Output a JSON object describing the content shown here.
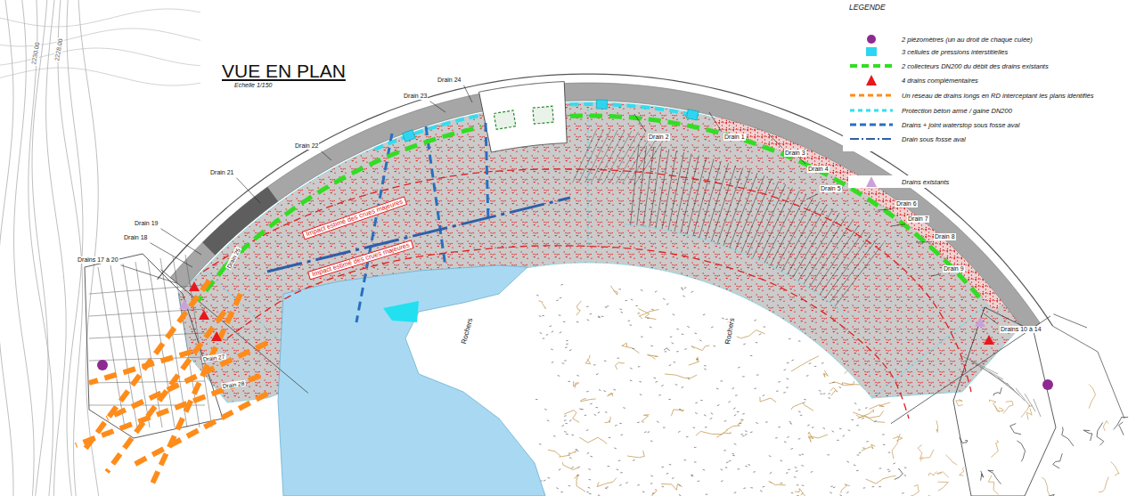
{
  "diagram": {
    "title": "VUE EN PLAN",
    "labels": [
      "Echelle 1/150",
      "LEGENDE",
      "Drain 24",
      "Drain 23",
      "Drain 22",
      "Drain 21",
      "Drain 19",
      "Drain 18",
      "Drains 17 à 20",
      "Drain 25",
      "Drain 27",
      "Drain 28",
      "Drain 2",
      "Drain 1",
      "Drain 3",
      "Drain 4",
      "Drain 5",
      "Drain 6",
      "Drain 7",
      "Drain 8",
      "Drain 9",
      "Drains 10 à 14",
      "Impact estimé des crues majeures",
      "Impact estimé des crues majeures",
      "Rochers",
      "Rochers",
      "2230.00",
      "2228.00"
    ],
    "legend": [
      {
        "text": "2 piézomètres (un au droit de chaque culée)",
        "color": "#8e2a91"
      },
      {
        "text": "3 cellules de pressions interstitielles",
        "color": "#2dd6f0"
      },
      {
        "text": "2 collecteurs DN200 du débit des drains existants"
      },
      {
        "text": "4 drains complémentaires",
        "color": "#e8171b"
      },
      {
        "text": "Un réseau de drains longs en RD interceptant les plans identifiés"
      },
      {
        "text": "Protection béton armé / gaine DN200"
      },
      {
        "text": "Drains + joint waterstop sous fosse aval"
      },
      {
        "text": "Drain sous fosse aval"
      },
      {
        "text": "Drains existants",
        "color": "#c8a2d8"
      }
    ]
  }
}
